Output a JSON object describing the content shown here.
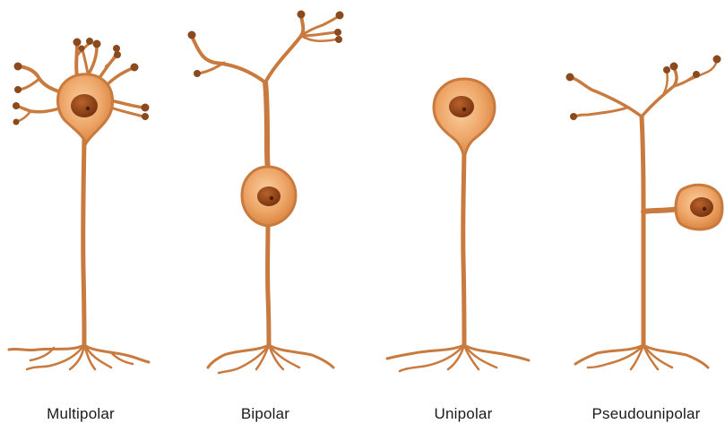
{
  "colors": {
    "membrane": "#c97a3e",
    "fill": "#eda56a",
    "fill_light": "#f7c594",
    "nucleus": "#9a4a1c",
    "nucleus_dark": "#6e2f0c",
    "terminal": "#8a4a1e",
    "label": "#1a1a1a"
  },
  "neurons": [
    {
      "type": "multipolar",
      "label": "Multipolar",
      "icon": "multipolar-neuron"
    },
    {
      "type": "bipolar",
      "label": "Bipolar",
      "icon": "bipolar-neuron"
    },
    {
      "type": "unipolar",
      "label": "Unipolar",
      "icon": "unipolar-neuron"
    },
    {
      "type": "pseudounipolar",
      "label": "Pseudounipolar",
      "icon": "pseudounipolar-neuron"
    }
  ]
}
